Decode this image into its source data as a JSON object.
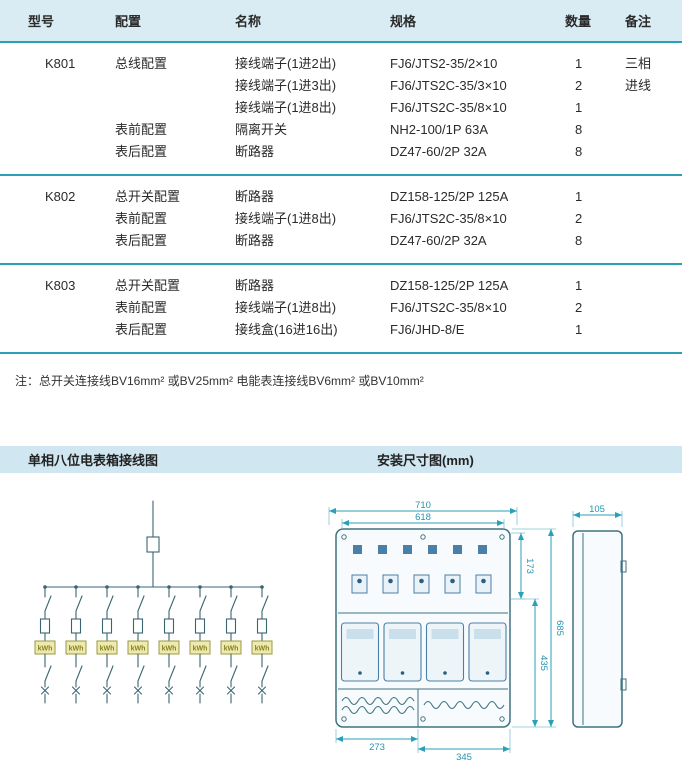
{
  "table": {
    "headers": {
      "model": "型号",
      "config": "配置",
      "name": "名称",
      "spec": "规格",
      "qty": "数量",
      "remark": "备注"
    },
    "groups": [
      {
        "model": "K801",
        "rows": [
          {
            "config": "总线配置",
            "name": "接线端子(1进2出)",
            "spec": "FJ6/JTS2-35/2×10",
            "qty": "1",
            "remark": "三相"
          },
          {
            "config": "",
            "name": "接线端子(1进3出)",
            "spec": "FJ6/JTS2C-35/3×10",
            "qty": "2",
            "remark": "进线"
          },
          {
            "config": "",
            "name": "接线端子(1进8出)",
            "spec": "FJ6/JTS2C-35/8×10",
            "qty": "1",
            "remark": ""
          },
          {
            "config": "表前配置",
            "name": "隔离开关",
            "spec": "NH2-100/1P 63A",
            "qty": "8",
            "remark": ""
          },
          {
            "config": "表后配置",
            "name": "断路器",
            "spec": "DZ47-60/2P 32A",
            "qty": "8",
            "remark": ""
          }
        ]
      },
      {
        "model": "K802",
        "rows": [
          {
            "config": "总开关配置",
            "name": "断路器",
            "spec": "DZ158-125/2P 125A",
            "qty": "1",
            "remark": ""
          },
          {
            "config": "表前配置",
            "name": "接线端子(1进8出)",
            "spec": "FJ6/JTS2C-35/8×10",
            "qty": "2",
            "remark": ""
          },
          {
            "config": "表后配置",
            "name": "断路器",
            "spec": "DZ47-60/2P 32A",
            "qty": "8",
            "remark": ""
          }
        ]
      },
      {
        "model": "K803",
        "rows": [
          {
            "config": "总开关配置",
            "name": "断路器",
            "spec": "DZ158-125/2P 125A",
            "qty": "1",
            "remark": ""
          },
          {
            "config": "表前配置",
            "name": "接线端子(1进8出)",
            "spec": "FJ6/JTS2C-35/8×10",
            "qty": "2",
            "remark": ""
          },
          {
            "config": "表后配置",
            "name": "接线盒(16进16出)",
            "spec": "FJ6/JHD-8/E",
            "qty": "1",
            "remark": ""
          }
        ]
      }
    ]
  },
  "note": "注：总开关连接线BV16mm² 或BV25mm² 电能表连接线BV6mm² 或BV10mm²",
  "sections": {
    "wiring_title": "单相八位电表箱接线图",
    "dimension_title": "安装尺寸图(mm)"
  },
  "wiring": {
    "meter_label": "kWh"
  },
  "dimensions": {
    "outer_width": "710",
    "mounting_width": "618",
    "depth": "105",
    "upper_height": "173",
    "total_height": "685",
    "lower_height": "435",
    "bottom_left_width": "273",
    "bottom_right_width": "345"
  }
}
